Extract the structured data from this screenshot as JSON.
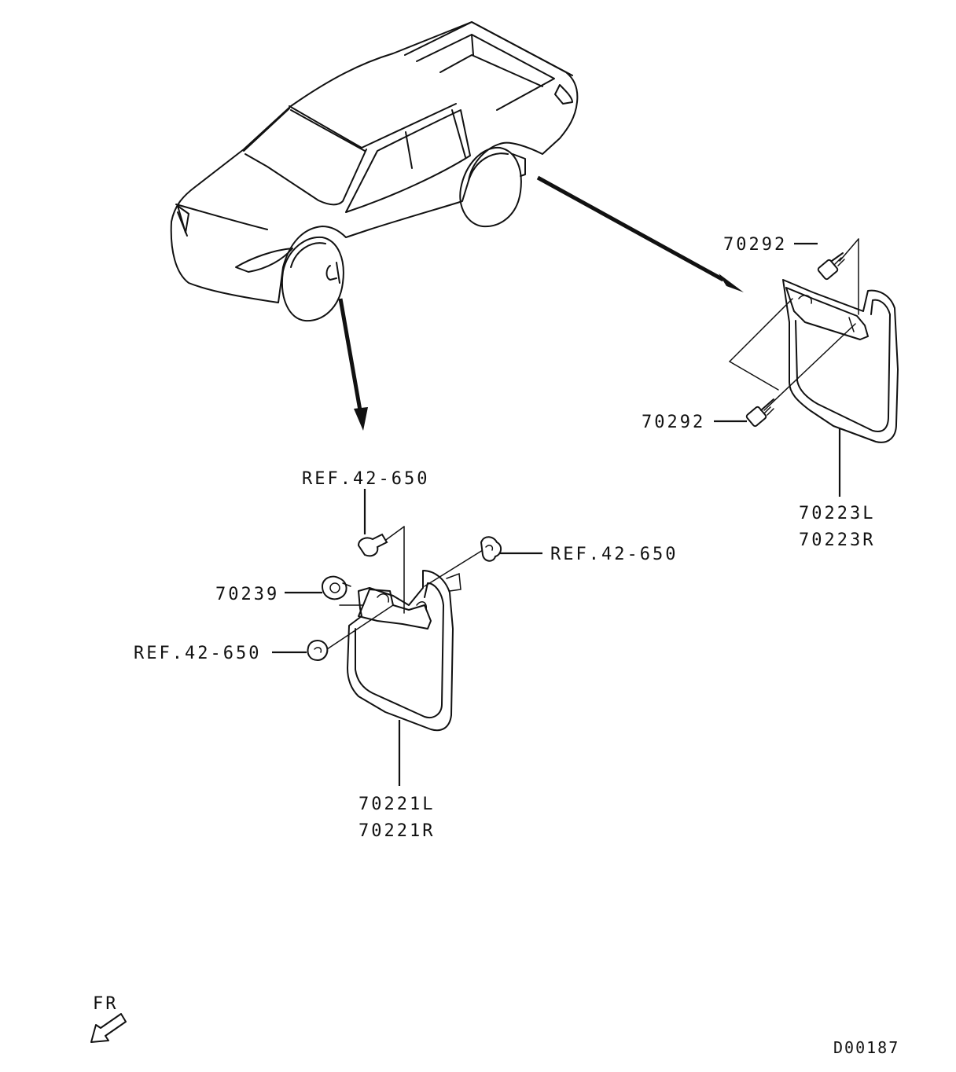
{
  "labels": {
    "rear_bolt_top": "70292",
    "rear_bolt_bottom": "70292",
    "rear_flap_l": "70223L",
    "rear_flap_r": "70223R",
    "front_ref_top": "REF.42-650",
    "front_ref_right": "REF.42-650",
    "front_ref_left": "REF.42-650",
    "front_nut": "70239",
    "front_flap_l": "70221L",
    "front_flap_r": "70221R",
    "direction": "FR",
    "diagram_code": "D00187"
  }
}
